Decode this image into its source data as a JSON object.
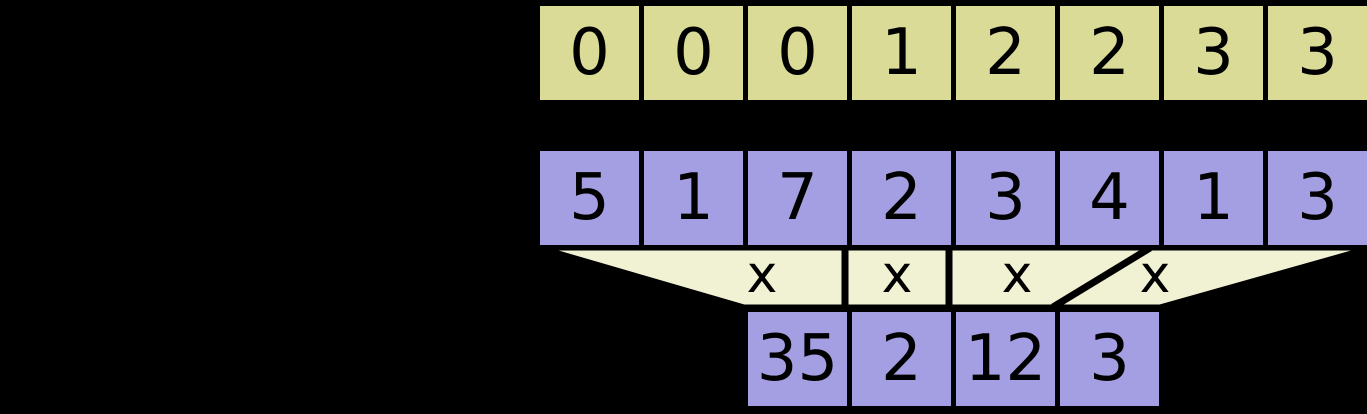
{
  "colors": {
    "background": "#000000",
    "keys_cell": "#d9db97",
    "values_cell": "#a49ee2",
    "results_cell": "#a49ee2",
    "funnel_fill": "#f1f1d3",
    "line": "#000000",
    "text": "#000000"
  },
  "keys": [
    "0",
    "0",
    "0",
    "1",
    "2",
    "2",
    "3",
    "3"
  ],
  "values": [
    "5",
    "1",
    "7",
    "2",
    "3",
    "4",
    "1",
    "3"
  ],
  "operators": [
    "x",
    "x",
    "x",
    "x"
  ],
  "results": [
    "35",
    "2",
    "12",
    "3"
  ]
}
